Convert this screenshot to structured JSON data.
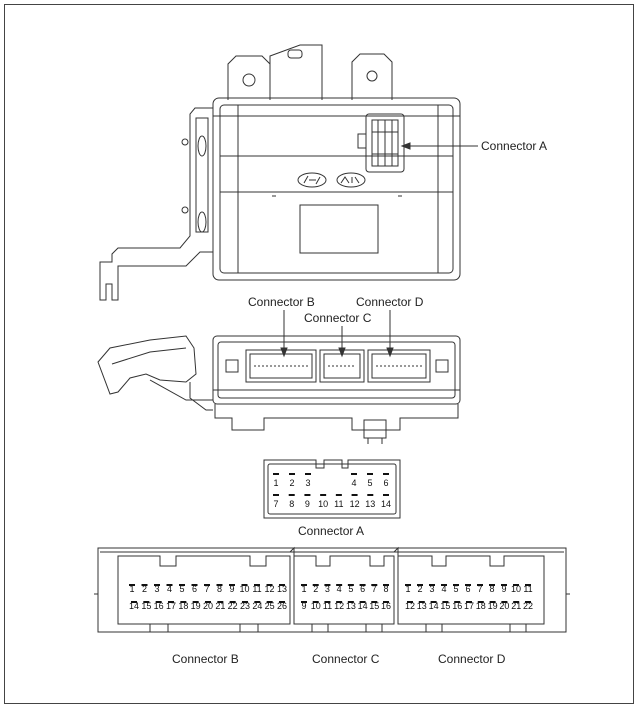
{
  "labels": {
    "connector_a_callout": "Connector A",
    "connector_b_callout": "Connector B",
    "connector_c_callout": "Connector C",
    "connector_d_callout": "Connector D",
    "connector_a_caption": "Connector A",
    "connector_b_caption": "Connector B",
    "connector_c_caption": "Connector C",
    "connector_d_caption": "Connector D"
  },
  "connector_a": {
    "top_row": [
      "1",
      "2",
      "3",
      "4",
      "5",
      "6"
    ],
    "bottom_row": [
      "7",
      "8",
      "9",
      "10",
      "11",
      "12",
      "13",
      "14"
    ]
  },
  "connector_b": {
    "top_row": [
      "1",
      "2",
      "3",
      "4",
      "5",
      "6",
      "7",
      "8",
      "9",
      "10",
      "11",
      "12",
      "13"
    ],
    "bottom_row": [
      "14",
      "15",
      "16",
      "17",
      "18",
      "19",
      "20",
      "21",
      "22",
      "23",
      "24",
      "25",
      "26"
    ]
  },
  "connector_c": {
    "top_row": [
      "1",
      "2",
      "3",
      "4",
      "5",
      "6",
      "7",
      "8"
    ],
    "bottom_row": [
      "9",
      "10",
      "11",
      "12",
      "13",
      "14",
      "15",
      "16"
    ]
  },
  "connector_d": {
    "top_row": [
      "1",
      "2",
      "3",
      "4",
      "5",
      "6",
      "7",
      "8",
      "9",
      "10",
      "11"
    ],
    "bottom_row": [
      "12",
      "13",
      "14",
      "15",
      "16",
      "17",
      "18",
      "19",
      "20",
      "21",
      "22"
    ]
  }
}
